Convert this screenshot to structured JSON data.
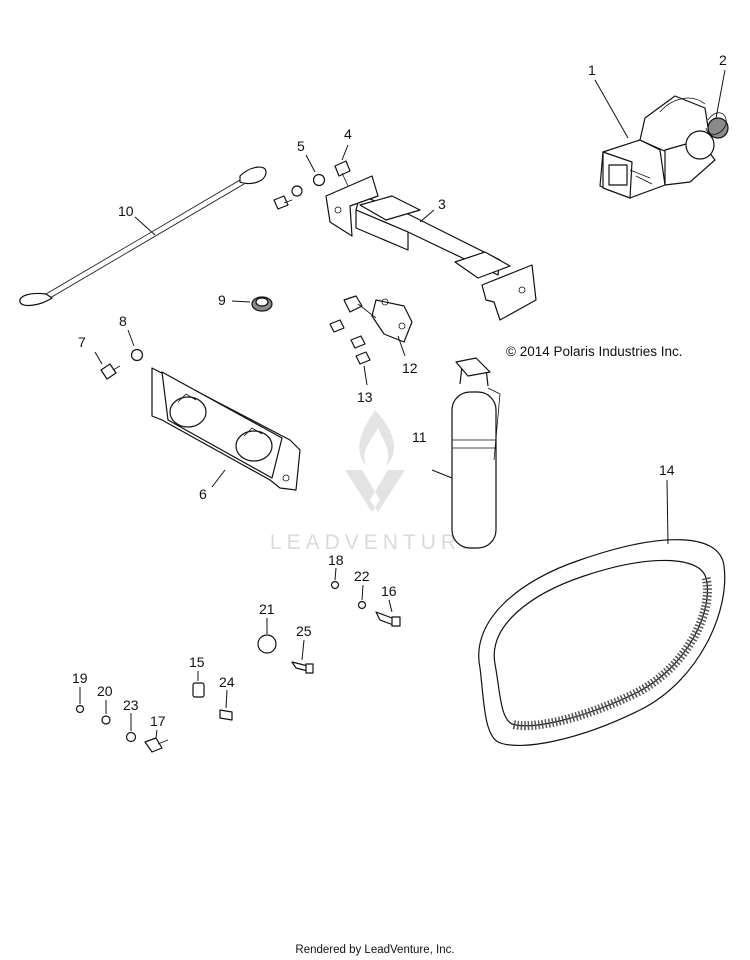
{
  "diagram": {
    "copyright": "© 2014 Polaris Industries Inc.",
    "watermark": "LEADVENTURE",
    "footer": "Rendered by LeadVenture, Inc.",
    "callouts": [
      {
        "id": "c1",
        "label": "1"
      },
      {
        "id": "c2",
        "label": "2"
      },
      {
        "id": "c3",
        "label": "3"
      },
      {
        "id": "c4",
        "label": "4"
      },
      {
        "id": "c5",
        "label": "5"
      },
      {
        "id": "c6",
        "label": "6"
      },
      {
        "id": "c7",
        "label": "7"
      },
      {
        "id": "c8",
        "label": "8"
      },
      {
        "id": "c9",
        "label": "9"
      },
      {
        "id": "c10",
        "label": "10"
      },
      {
        "id": "c11",
        "label": "11"
      },
      {
        "id": "c12",
        "label": "12"
      },
      {
        "id": "c13",
        "label": "13"
      },
      {
        "id": "c14",
        "label": "14"
      },
      {
        "id": "c15",
        "label": "15"
      },
      {
        "id": "c16",
        "label": "16"
      },
      {
        "id": "c17",
        "label": "17"
      },
      {
        "id": "c18",
        "label": "18"
      },
      {
        "id": "c19",
        "label": "19"
      },
      {
        "id": "c20",
        "label": "20"
      },
      {
        "id": "c21",
        "label": "21"
      },
      {
        "id": "c22",
        "label": "22"
      },
      {
        "id": "c23",
        "label": "23"
      },
      {
        "id": "c24",
        "label": "24"
      },
      {
        "id": "c25",
        "label": "25"
      }
    ]
  }
}
